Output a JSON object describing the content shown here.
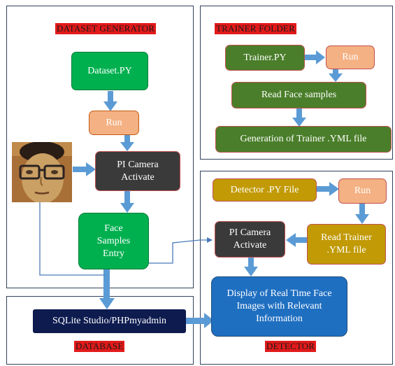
{
  "sections": {
    "dataset_generator": "DATASET GENERATOR",
    "trainer_folder": "TRAINER FOLDER",
    "database": "DATABASE",
    "detector": "DETECTOR"
  },
  "nodes": {
    "dataset_py": "Dataset.PY",
    "run_dataset": "Run",
    "pi_camera_1": "PI Camera Activate",
    "face_samples_entry": "Face Samples Entry",
    "sqlite": "SQLite Studio/PHPmyadmin",
    "trainer_py": "Trainer.PY",
    "run_trainer": "Run",
    "read_face_samples": "Read Face samples",
    "generation_trainer": "Generation of Trainer .YML file",
    "detector_py": "Detector .PY File",
    "run_detector": "Run",
    "read_trainer_yml": "Read Trainer .YML file",
    "pi_camera_2": "PI Camera Activate",
    "display_real_time": "Display of Real Time Face Images with Relevant Information"
  },
  "colors": {
    "green": "#00b04f",
    "salmon": "#f4b183",
    "dark": "#3a3a3a",
    "olive": "#4a7e2a",
    "gold": "#c19a06",
    "navy": "#0d1b4f",
    "blue": "#1f6fc1",
    "arrow": "#5b9bd5",
    "label_bg": "#e11a1a"
  },
  "photo": {
    "icon": "person-face-photo"
  }
}
